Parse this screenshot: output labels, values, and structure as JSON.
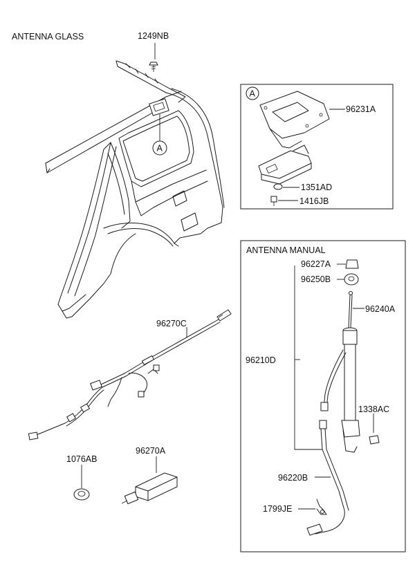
{
  "sections": {
    "antenna_glass": "ANTENNA GLASS",
    "antenna_manual": "ANTENNA MANUAL",
    "detail_marker": "A"
  },
  "parts": {
    "p1249NB": "1249NB",
    "p96231A": "96231A",
    "p1351AD": "1351AD",
    "p1416JB": "1416JB",
    "p96270C": "96270C",
    "p1076AB": "1076AB",
    "p96270A": "96270A",
    "p96227A": "96227A",
    "p96250B": "96250B",
    "p96240A": "96240A",
    "p96210D": "96210D",
    "p1338AC": "1338AC",
    "p96220B": "96220B",
    "p1799JE": "1799JE"
  }
}
